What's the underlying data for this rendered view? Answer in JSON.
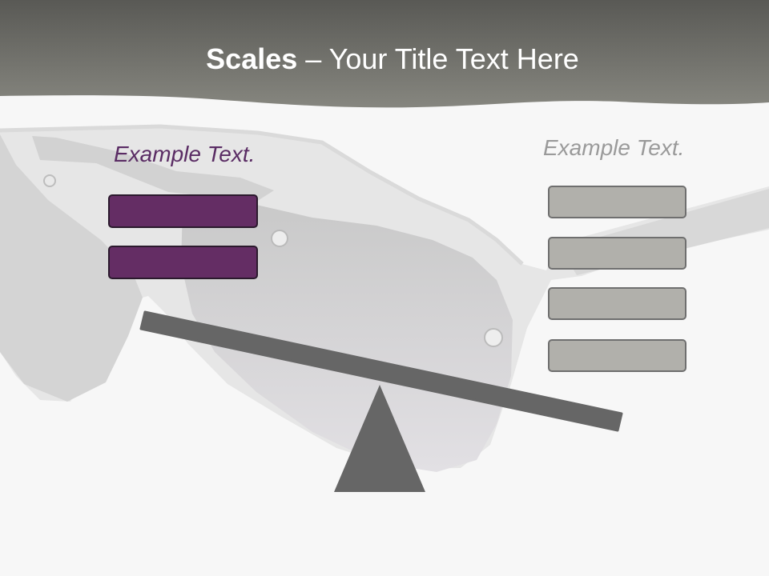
{
  "slide": {
    "title_bold": "Scales",
    "title_rest": " – Your Title Text Here",
    "left_heading": "Example Text.",
    "right_heading": "Example Text."
  },
  "colors": {
    "header_band": "#6a6a65",
    "purple_box": "#642d64",
    "purple_text": "#5a2c64",
    "gray_box": "#b1b0ab",
    "gray_text": "#9a9a9a",
    "scale": "#666666"
  },
  "icons": {
    "background_image": "sunglasses-image",
    "scale_graphic": "seesaw-icon"
  }
}
